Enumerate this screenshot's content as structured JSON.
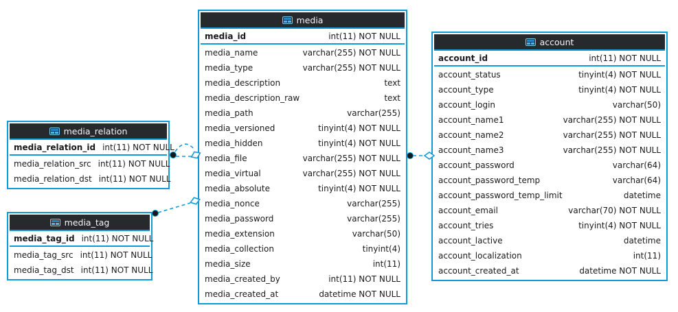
{
  "diagram": {
    "type": "eer-database-schema",
    "colors": {
      "table_border": "#0f9bd8",
      "header_bg": "#262a2d",
      "header_text": "#f5f5f5",
      "row_text": "#1a1a1a",
      "connector": "#0f9bd8",
      "background": "#ffffff"
    },
    "tables": [
      {
        "name": "media_relation",
        "icon": "table-icon",
        "primary_key": {
          "name": "media_relation_id",
          "type": "int(11) NOT NULL"
        },
        "columns": [
          {
            "name": "media_relation_src",
            "type": "int(11) NOT NULL"
          },
          {
            "name": "media_relation_dst",
            "type": "int(11) NOT NULL"
          }
        ]
      },
      {
        "name": "media_tag",
        "icon": "table-icon",
        "primary_key": {
          "name": "media_tag_id",
          "type": "int(11) NOT NULL"
        },
        "columns": [
          {
            "name": "media_tag_src",
            "type": "int(11) NOT NULL"
          },
          {
            "name": "media_tag_dst",
            "type": "int(11) NOT NULL"
          }
        ]
      },
      {
        "name": "media",
        "icon": "table-icon",
        "primary_key": {
          "name": "media_id",
          "type": "int(11) NOT NULL"
        },
        "columns": [
          {
            "name": "media_name",
            "type": "varchar(255) NOT NULL"
          },
          {
            "name": "media_type",
            "type": "varchar(255) NOT NULL"
          },
          {
            "name": "media_description",
            "type": "text"
          },
          {
            "name": "media_description_raw",
            "type": "text"
          },
          {
            "name": "media_path",
            "type": "varchar(255)"
          },
          {
            "name": "media_versioned",
            "type": "tinyint(4) NOT NULL"
          },
          {
            "name": "media_hidden",
            "type": "tinyint(4) NOT NULL"
          },
          {
            "name": "media_file",
            "type": "varchar(255) NOT NULL"
          },
          {
            "name": "media_virtual",
            "type": "varchar(255) NOT NULL"
          },
          {
            "name": "media_absolute",
            "type": "tinyint(4) NOT NULL"
          },
          {
            "name": "media_nonce",
            "type": "varchar(255)"
          },
          {
            "name": "media_password",
            "type": "varchar(255)"
          },
          {
            "name": "media_extension",
            "type": "varchar(50)"
          },
          {
            "name": "media_collection",
            "type": "tinyint(4)"
          },
          {
            "name": "media_size",
            "type": "int(11)"
          },
          {
            "name": "media_created_by",
            "type": "int(11) NOT NULL"
          },
          {
            "name": "media_created_at",
            "type": "datetime NOT NULL"
          }
        ]
      },
      {
        "name": "account",
        "icon": "table-icon",
        "primary_key": {
          "name": "account_id",
          "type": "int(11) NOT NULL"
        },
        "columns": [
          {
            "name": "account_status",
            "type": "tinyint(4) NOT NULL"
          },
          {
            "name": "account_type",
            "type": "tinyint(4) NOT NULL"
          },
          {
            "name": "account_login",
            "type": "varchar(50)"
          },
          {
            "name": "account_name1",
            "type": "varchar(255) NOT NULL"
          },
          {
            "name": "account_name2",
            "type": "varchar(255) NOT NULL"
          },
          {
            "name": "account_name3",
            "type": "varchar(255) NOT NULL"
          },
          {
            "name": "account_password",
            "type": "varchar(64)"
          },
          {
            "name": "account_password_temp",
            "type": "varchar(64)"
          },
          {
            "name": "account_password_temp_limit",
            "type": "datetime"
          },
          {
            "name": "account_email",
            "type": "varchar(70) NOT NULL"
          },
          {
            "name": "account_tries",
            "type": "tinyint(4) NOT NULL"
          },
          {
            "name": "account_lactive",
            "type": "datetime"
          },
          {
            "name": "account_localization",
            "type": "int(11)"
          },
          {
            "name": "account_created_at",
            "type": "datetime NOT NULL"
          }
        ]
      }
    ],
    "relations": [
      {
        "from": "media_relation",
        "to": "media",
        "line_style": "dashed",
        "from_marker": "dot",
        "to_marker": "diamond"
      },
      {
        "from": "media_relation",
        "to": "media",
        "line_style": "dashed-arc",
        "from_marker": "dot",
        "to_marker": "diamond"
      },
      {
        "from": "media_tag",
        "to": "media",
        "line_style": "dashed",
        "from_marker": "dot",
        "to_marker": "diamond"
      },
      {
        "from": "media",
        "to": "account",
        "line_style": "dashed",
        "from_marker": "dot",
        "to_marker": "diamond"
      }
    ]
  }
}
